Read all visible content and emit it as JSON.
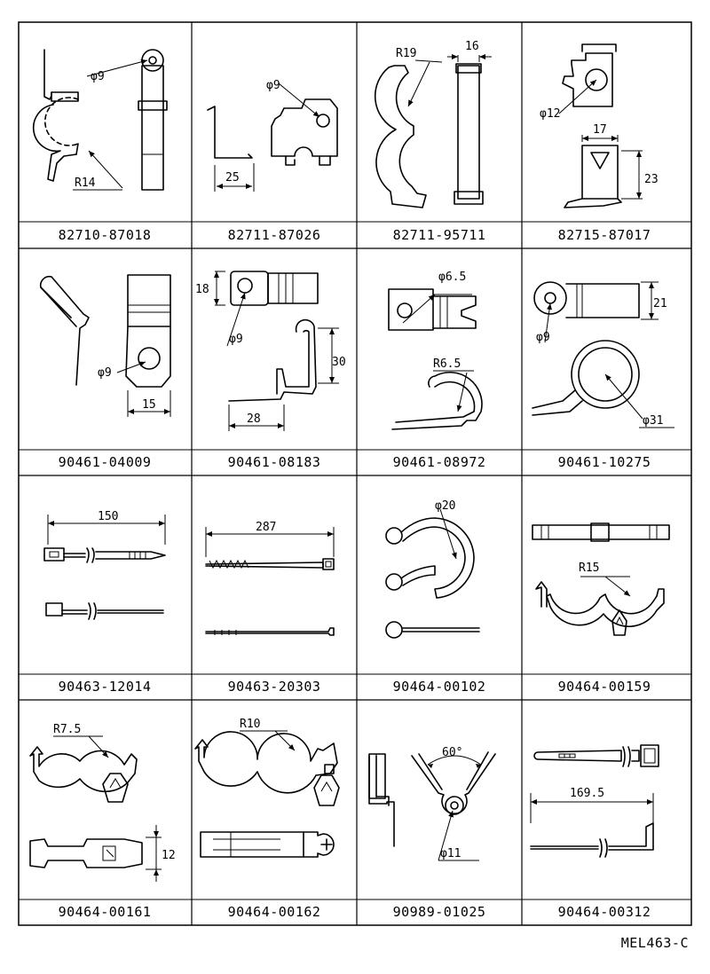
{
  "reference": "MEL463-C",
  "parts": [
    {
      "code": "82710-87018",
      "dims": [
        "φ9",
        "R14"
      ]
    },
    {
      "code": "82711-87026",
      "dims": [
        "φ9",
        "25"
      ]
    },
    {
      "code": "82711-95711",
      "dims": [
        "R19",
        "16"
      ]
    },
    {
      "code": "82715-87017",
      "dims": [
        "φ12",
        "17",
        "23"
      ]
    },
    {
      "code": "90461-04009",
      "dims": [
        "φ9",
        "15"
      ]
    },
    {
      "code": "90461-08183",
      "dims": [
        "18",
        "φ9",
        "30",
        "28"
      ]
    },
    {
      "code": "90461-08972",
      "dims": [
        "φ6.5",
        "R6.5"
      ]
    },
    {
      "code": "90461-10275",
      "dims": [
        "21",
        "φ9",
        "φ31"
      ]
    },
    {
      "code": "90463-12014",
      "dims": [
        "150"
      ]
    },
    {
      "code": "90463-20303",
      "dims": [
        "287"
      ]
    },
    {
      "code": "90464-00102",
      "dims": [
        "φ20"
      ]
    },
    {
      "code": "90464-00159",
      "dims": [
        "R15"
      ]
    },
    {
      "code": "90464-00161",
      "dims": [
        "R7.5",
        "12"
      ]
    },
    {
      "code": "90464-00162",
      "dims": [
        "R10"
      ]
    },
    {
      "code": "90989-01025",
      "dims": [
        "60°",
        "φ11"
      ]
    },
    {
      "code": "90464-00312",
      "dims": [
        "169.5"
      ]
    }
  ]
}
